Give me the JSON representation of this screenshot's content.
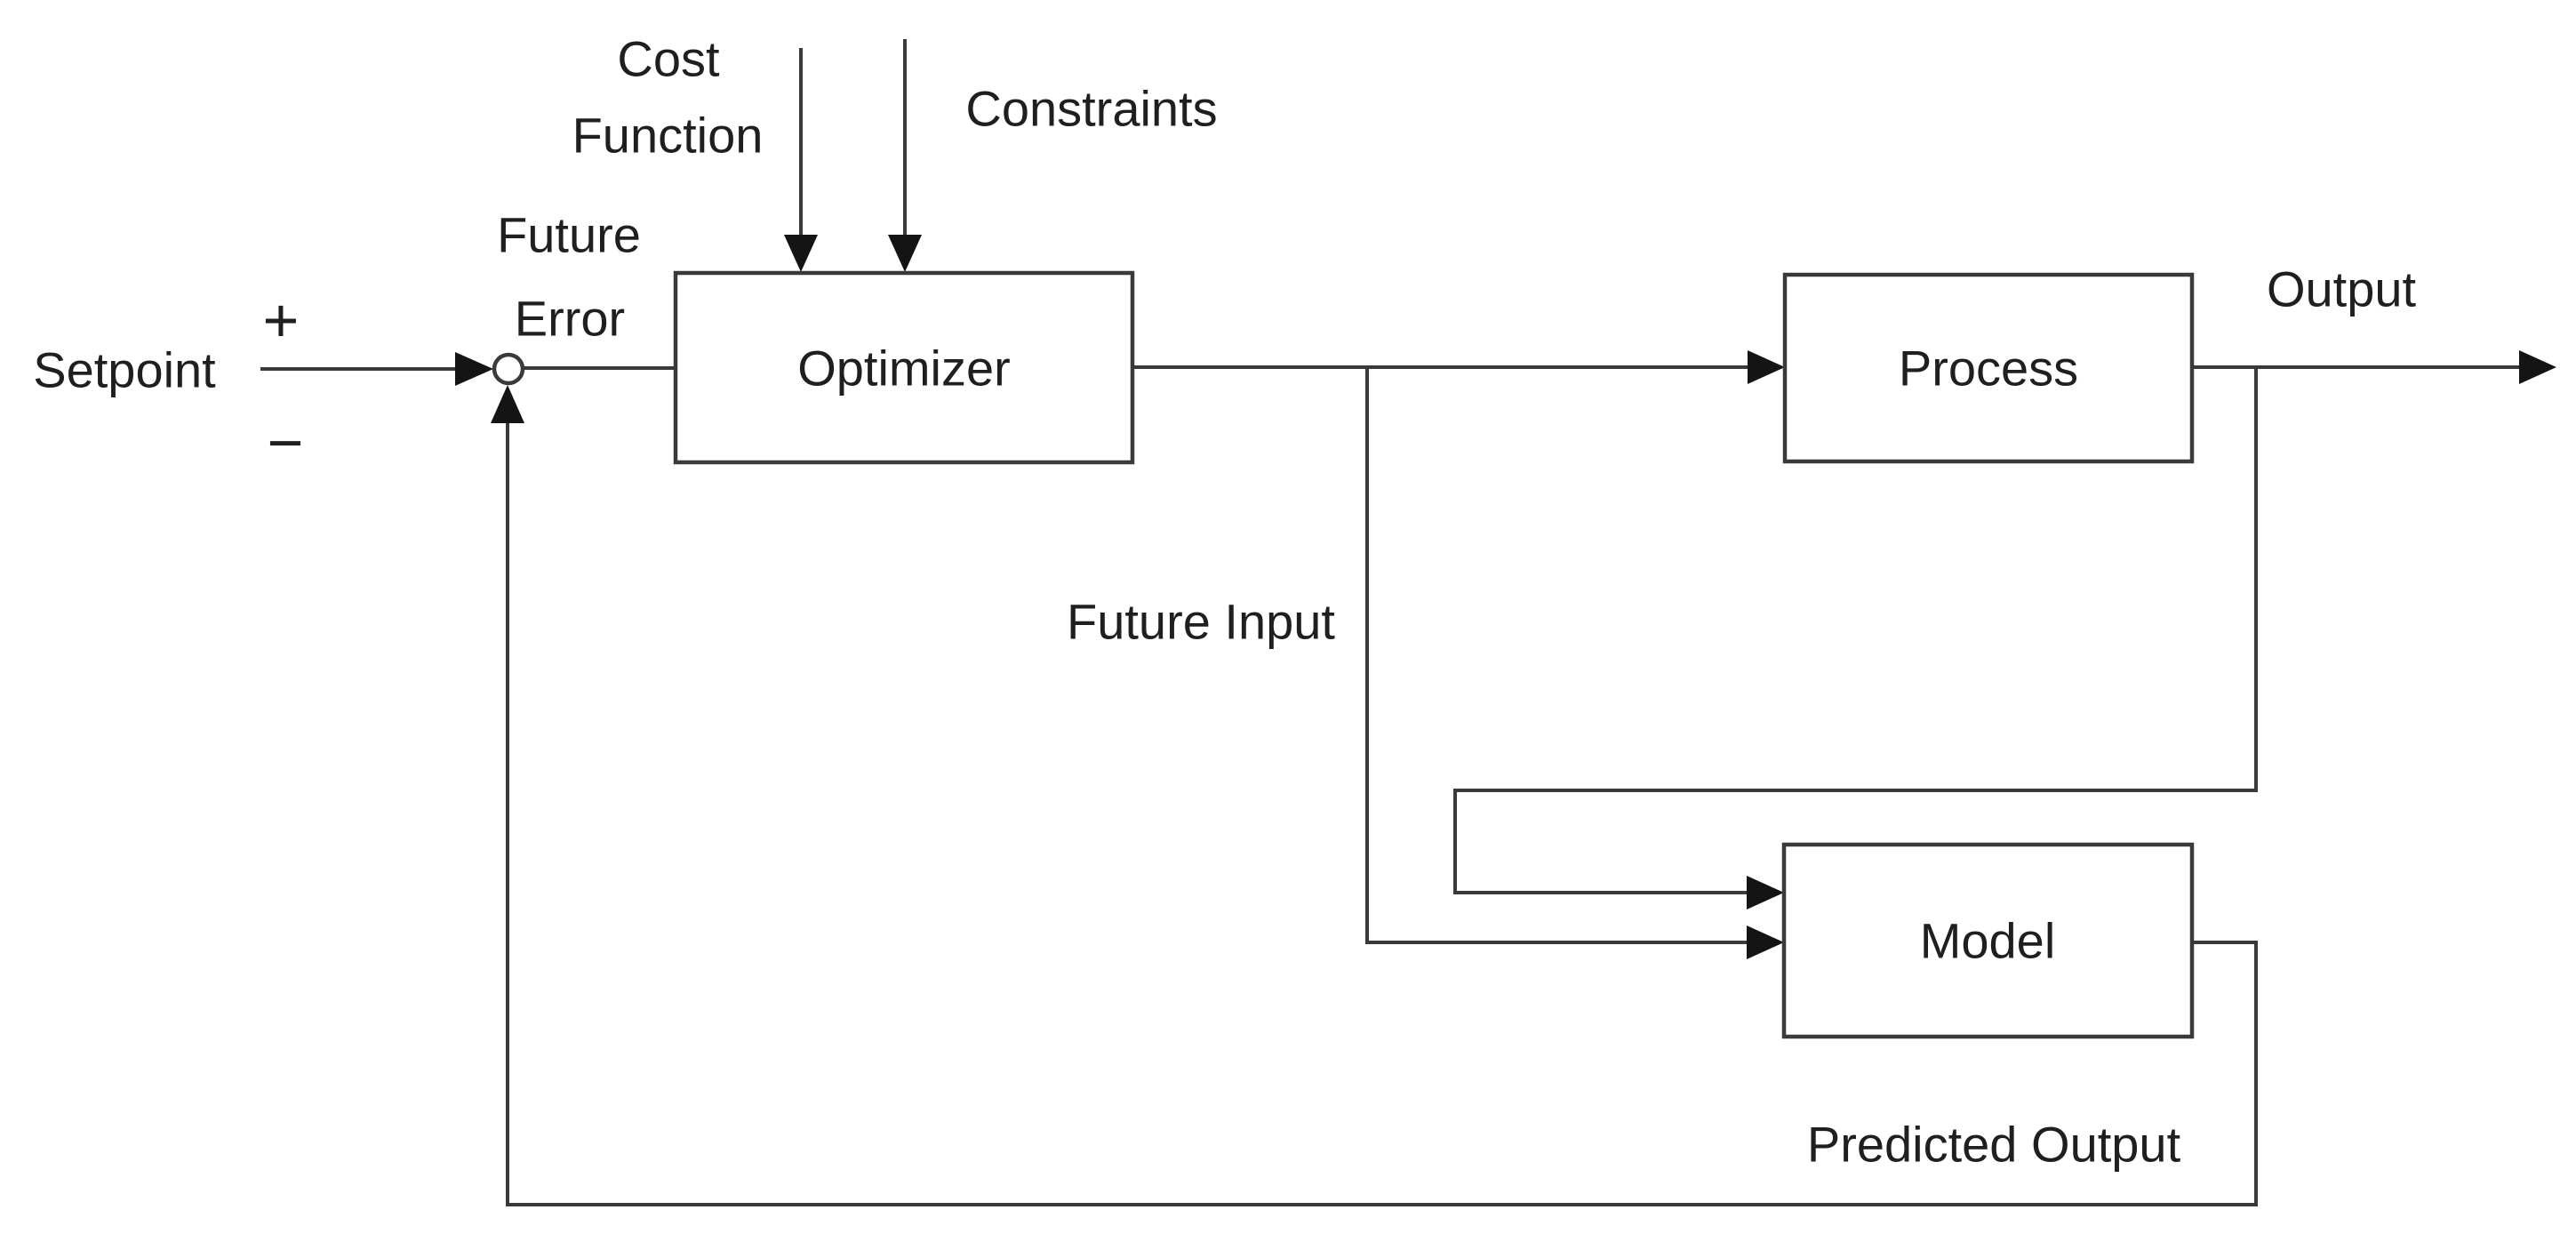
{
  "colors": {
    "background": "#ffffff",
    "line": "#3a3a3a",
    "arrowhead": "#141414",
    "text": "#1f1f1f",
    "box_fill": "#ffffff"
  },
  "blocks": {
    "optimizer": "Optimizer",
    "process": "Process",
    "model": "Model"
  },
  "labels": {
    "setpoint": "Setpoint",
    "plus_sign": "+",
    "minus_sign": "−",
    "future_error": {
      "line1": "Future",
      "line2": "Error"
    },
    "cost_function": {
      "line1": "Cost",
      "line2": "Function"
    },
    "constraints": "Constraints",
    "future_input": "Future Input",
    "output": "Output",
    "predicted_output": "Predicted Output"
  }
}
